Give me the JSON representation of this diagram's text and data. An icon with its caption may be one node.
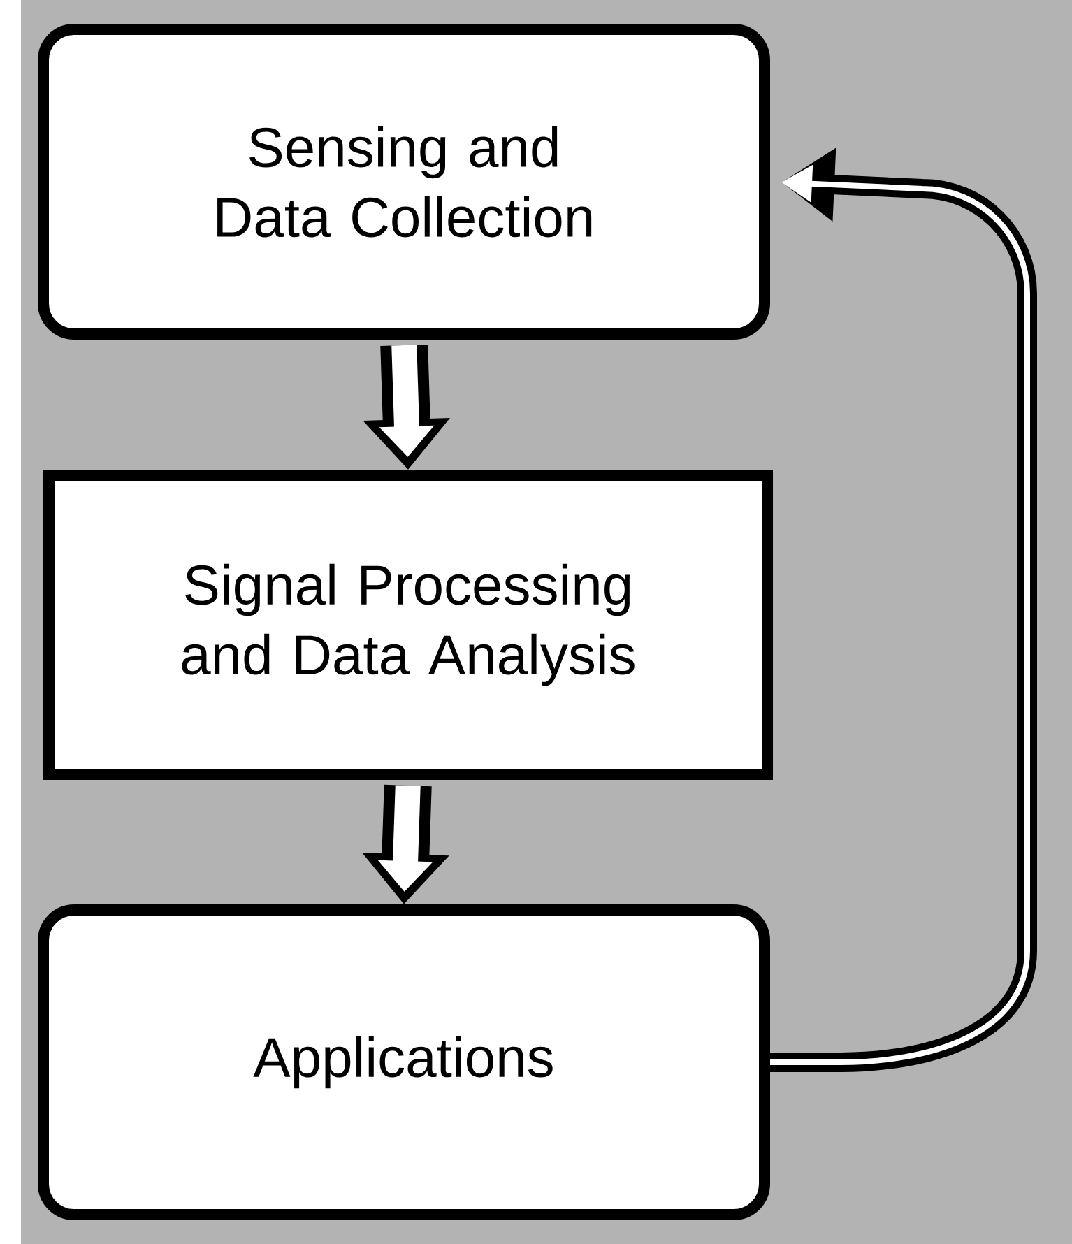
{
  "diagram": {
    "nodes": [
      {
        "text": [
          "Sensing and Data Collection"
        ]
      },
      {
        "text": [
          "Signal Processing and Data Analysis"
        ]
      },
      {
        "text": [
          "Applications"
        ]
      }
    ],
    "edges": [
      {
        "from": 0,
        "to": 1,
        "arrow": "to"
      },
      {
        "from": 1,
        "to": 2,
        "arrow": "to"
      },
      {
        "from": 2,
        "to": 0,
        "arrow": "to"
      }
    ]
  }
}
